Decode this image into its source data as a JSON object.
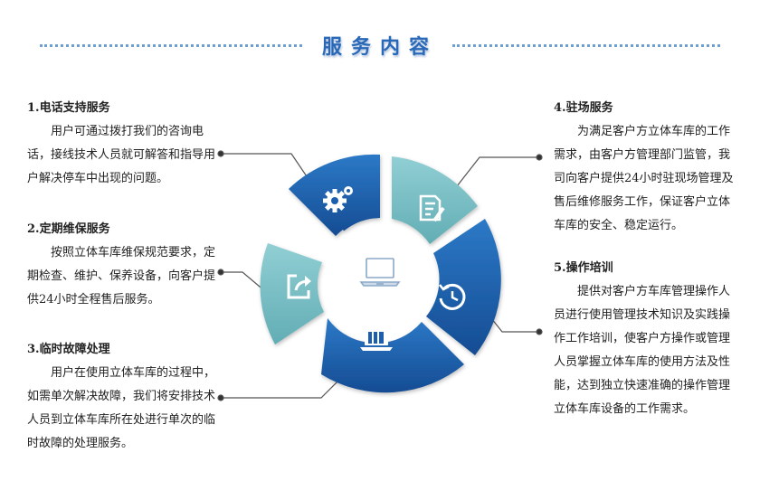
{
  "header": {
    "title": "服务内容"
  },
  "services": [
    {
      "title": "1.电话支持服务",
      "body": "用户可通过拨打我们的咨询电话，接线技术人员就可解答和指导用户解决停车中出现的问题。"
    },
    {
      "title": "2.定期维保服务",
      "body": "按照立体车库维保规范要求，定期检查、维护、保养设备，向客户提供24小时全程售后服务。"
    },
    {
      "title": "3.临时故障处理",
      "body": "用户在使用立体车库的过程中，如需单次解决故障，我们将安排技术人员到立体车库所在处进行单次的临时故障的处理服务。"
    },
    {
      "title": "4.驻场服务",
      "body": "为满足客户方立体车库的工作需求，由客户方管理部门监管，我司向客户提供24小时驻现场管理及售后维修服务工作，保证客户立体车库的安全、稳定运行。"
    },
    {
      "title": "5.操作培训",
      "body": "提供对客户方车库管理操作人员进行使用管理技术知识及实践操作工作培训，使客户方操作或管理人员掌握立体车库的使用方法及性能，达到独立快速准确的操作管理立体车库设备的工作需求。"
    }
  ],
  "colors": {
    "dark_blue": "#1c5fae",
    "teal": "#79c1c7",
    "accent_title": "#2a69b8"
  },
  "icons": {
    "center": "laptop-icon",
    "segments": [
      "gears-icon",
      "document-pen-icon",
      "share-arrow-icon",
      "clock-refresh-icon",
      "laptop-books-icon"
    ]
  }
}
